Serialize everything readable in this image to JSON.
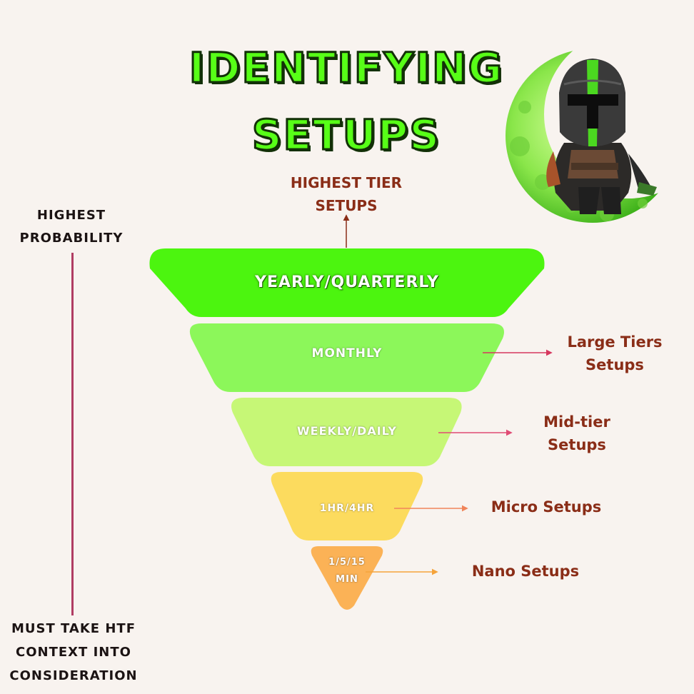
{
  "title": {
    "line1": "IDENTIFYING",
    "line2": "SETUPS"
  },
  "top_label": {
    "line1": "HIGHEST TIER",
    "line2": "SETUPS"
  },
  "axis": {
    "top": {
      "line1": "HIGHEST",
      "line2": "PROBABILITY"
    },
    "bottom": {
      "line1": "MUST TAKE HTF",
      "line2": "CONTEXT INTO",
      "line3": "CONSIDERATION"
    },
    "line_color": "#b03d63"
  },
  "tiers": [
    {
      "label": "YEARLY/QUARTERLY",
      "color": "#4cf50f"
    },
    {
      "label": "MONTHLY",
      "color": "#8cf75a",
      "side_line1": "Large Tiers",
      "side_line2": "Setups",
      "arrow_color": "#d6375e"
    },
    {
      "label": "WEEKLY/DAILY",
      "color": "#c6f776",
      "side_line1": "Mid-tier",
      "side_line2": "Setups",
      "arrow_color": "#e04b74"
    },
    {
      "label": "1HR/4HR",
      "color": "#fcdb5e",
      "side_line1": "Micro Setups",
      "arrow_color": "#f0845a"
    },
    {
      "label_line1": "1/5/15",
      "label_line2": "MIN",
      "color": "#fbb256",
      "side_line1": "Nano Setups",
      "arrow_color": "#f5a33b"
    }
  ],
  "colors": {
    "background": "#f8f3ef",
    "title_fill": "#57ff17",
    "title_outline": "#123007",
    "accent_text": "#8a2d17"
  },
  "icons": {
    "mascot": "armored-helmet-mascot-on-moon-icon"
  }
}
